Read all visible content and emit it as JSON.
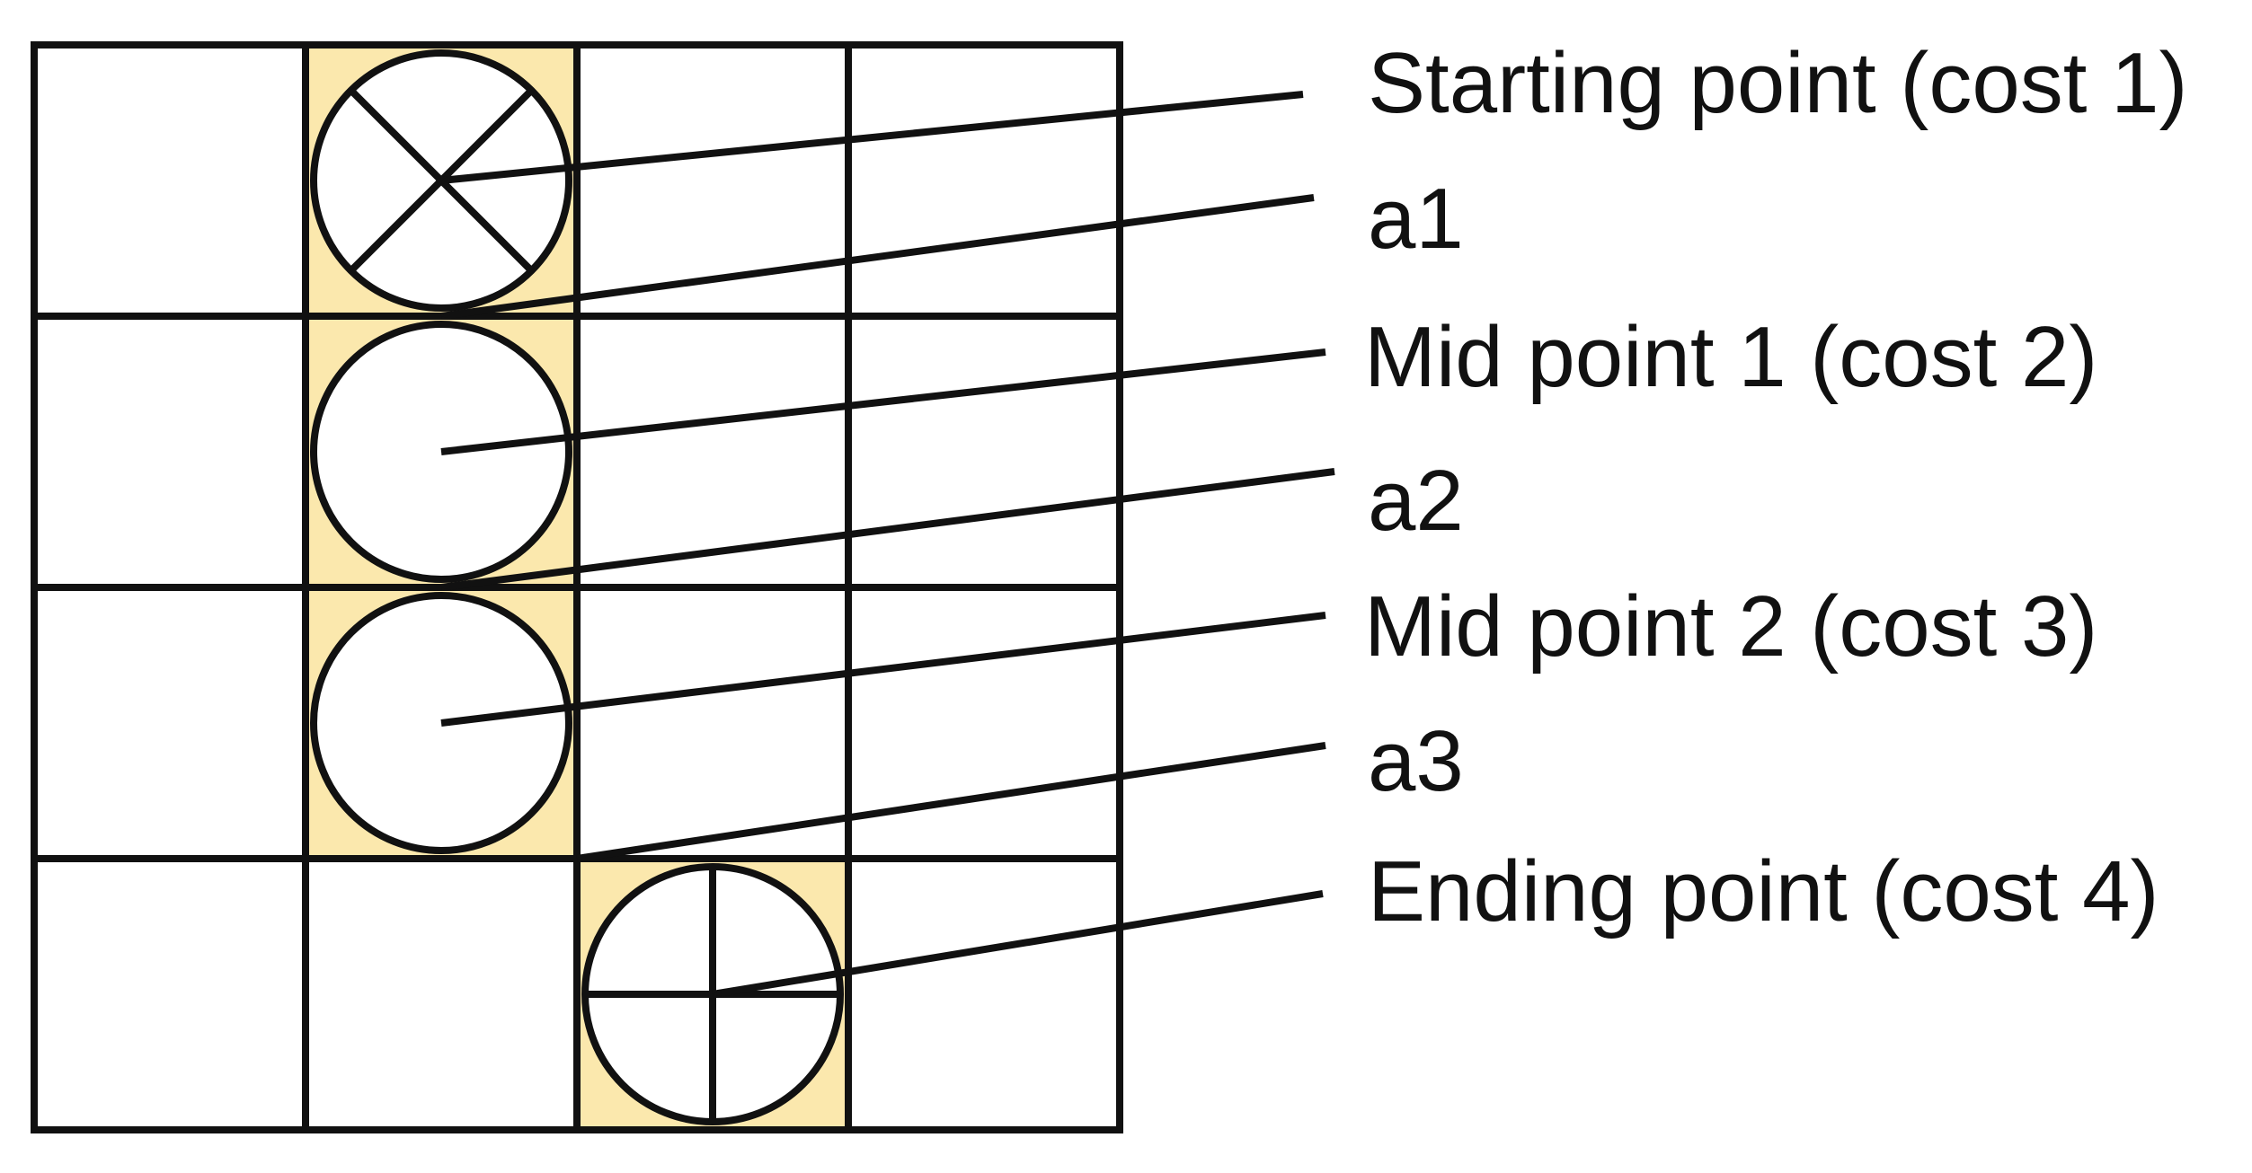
{
  "grid": {
    "rows": 4,
    "cols": 4
  },
  "highlight_color": "#fbe8ad",
  "line_color": "#111111",
  "highlighted_cells": [
    {
      "row": 0,
      "col": 1
    },
    {
      "row": 1,
      "col": 1
    },
    {
      "row": 2,
      "col": 1
    },
    {
      "row": 3,
      "col": 2
    }
  ],
  "nodes": [
    {
      "name": "start-point-node",
      "row": 0,
      "col": 1,
      "marker": "x-mark"
    },
    {
      "name": "mid-point-1-node",
      "row": 1,
      "col": 1,
      "marker": "none"
    },
    {
      "name": "mid-point-2-node",
      "row": 2,
      "col": 1,
      "marker": "none"
    },
    {
      "name": "end-point-node",
      "row": 3,
      "col": 2,
      "marker": "plus-mark"
    }
  ],
  "labels": [
    {
      "name": "label-starting-point",
      "text": "Starting point (cost 1)"
    },
    {
      "name": "label-a1",
      "text": "a1"
    },
    {
      "name": "label-mid-point-1",
      "text": "Mid point 1 (cost 2)"
    },
    {
      "name": "label-a2",
      "text": "a2"
    },
    {
      "name": "label-mid-point-2",
      "text": "Mid point 2 (cost 3)"
    },
    {
      "name": "label-a3",
      "text": "a3"
    },
    {
      "name": "label-ending-point",
      "text": "Ending point (cost 4)"
    }
  ]
}
